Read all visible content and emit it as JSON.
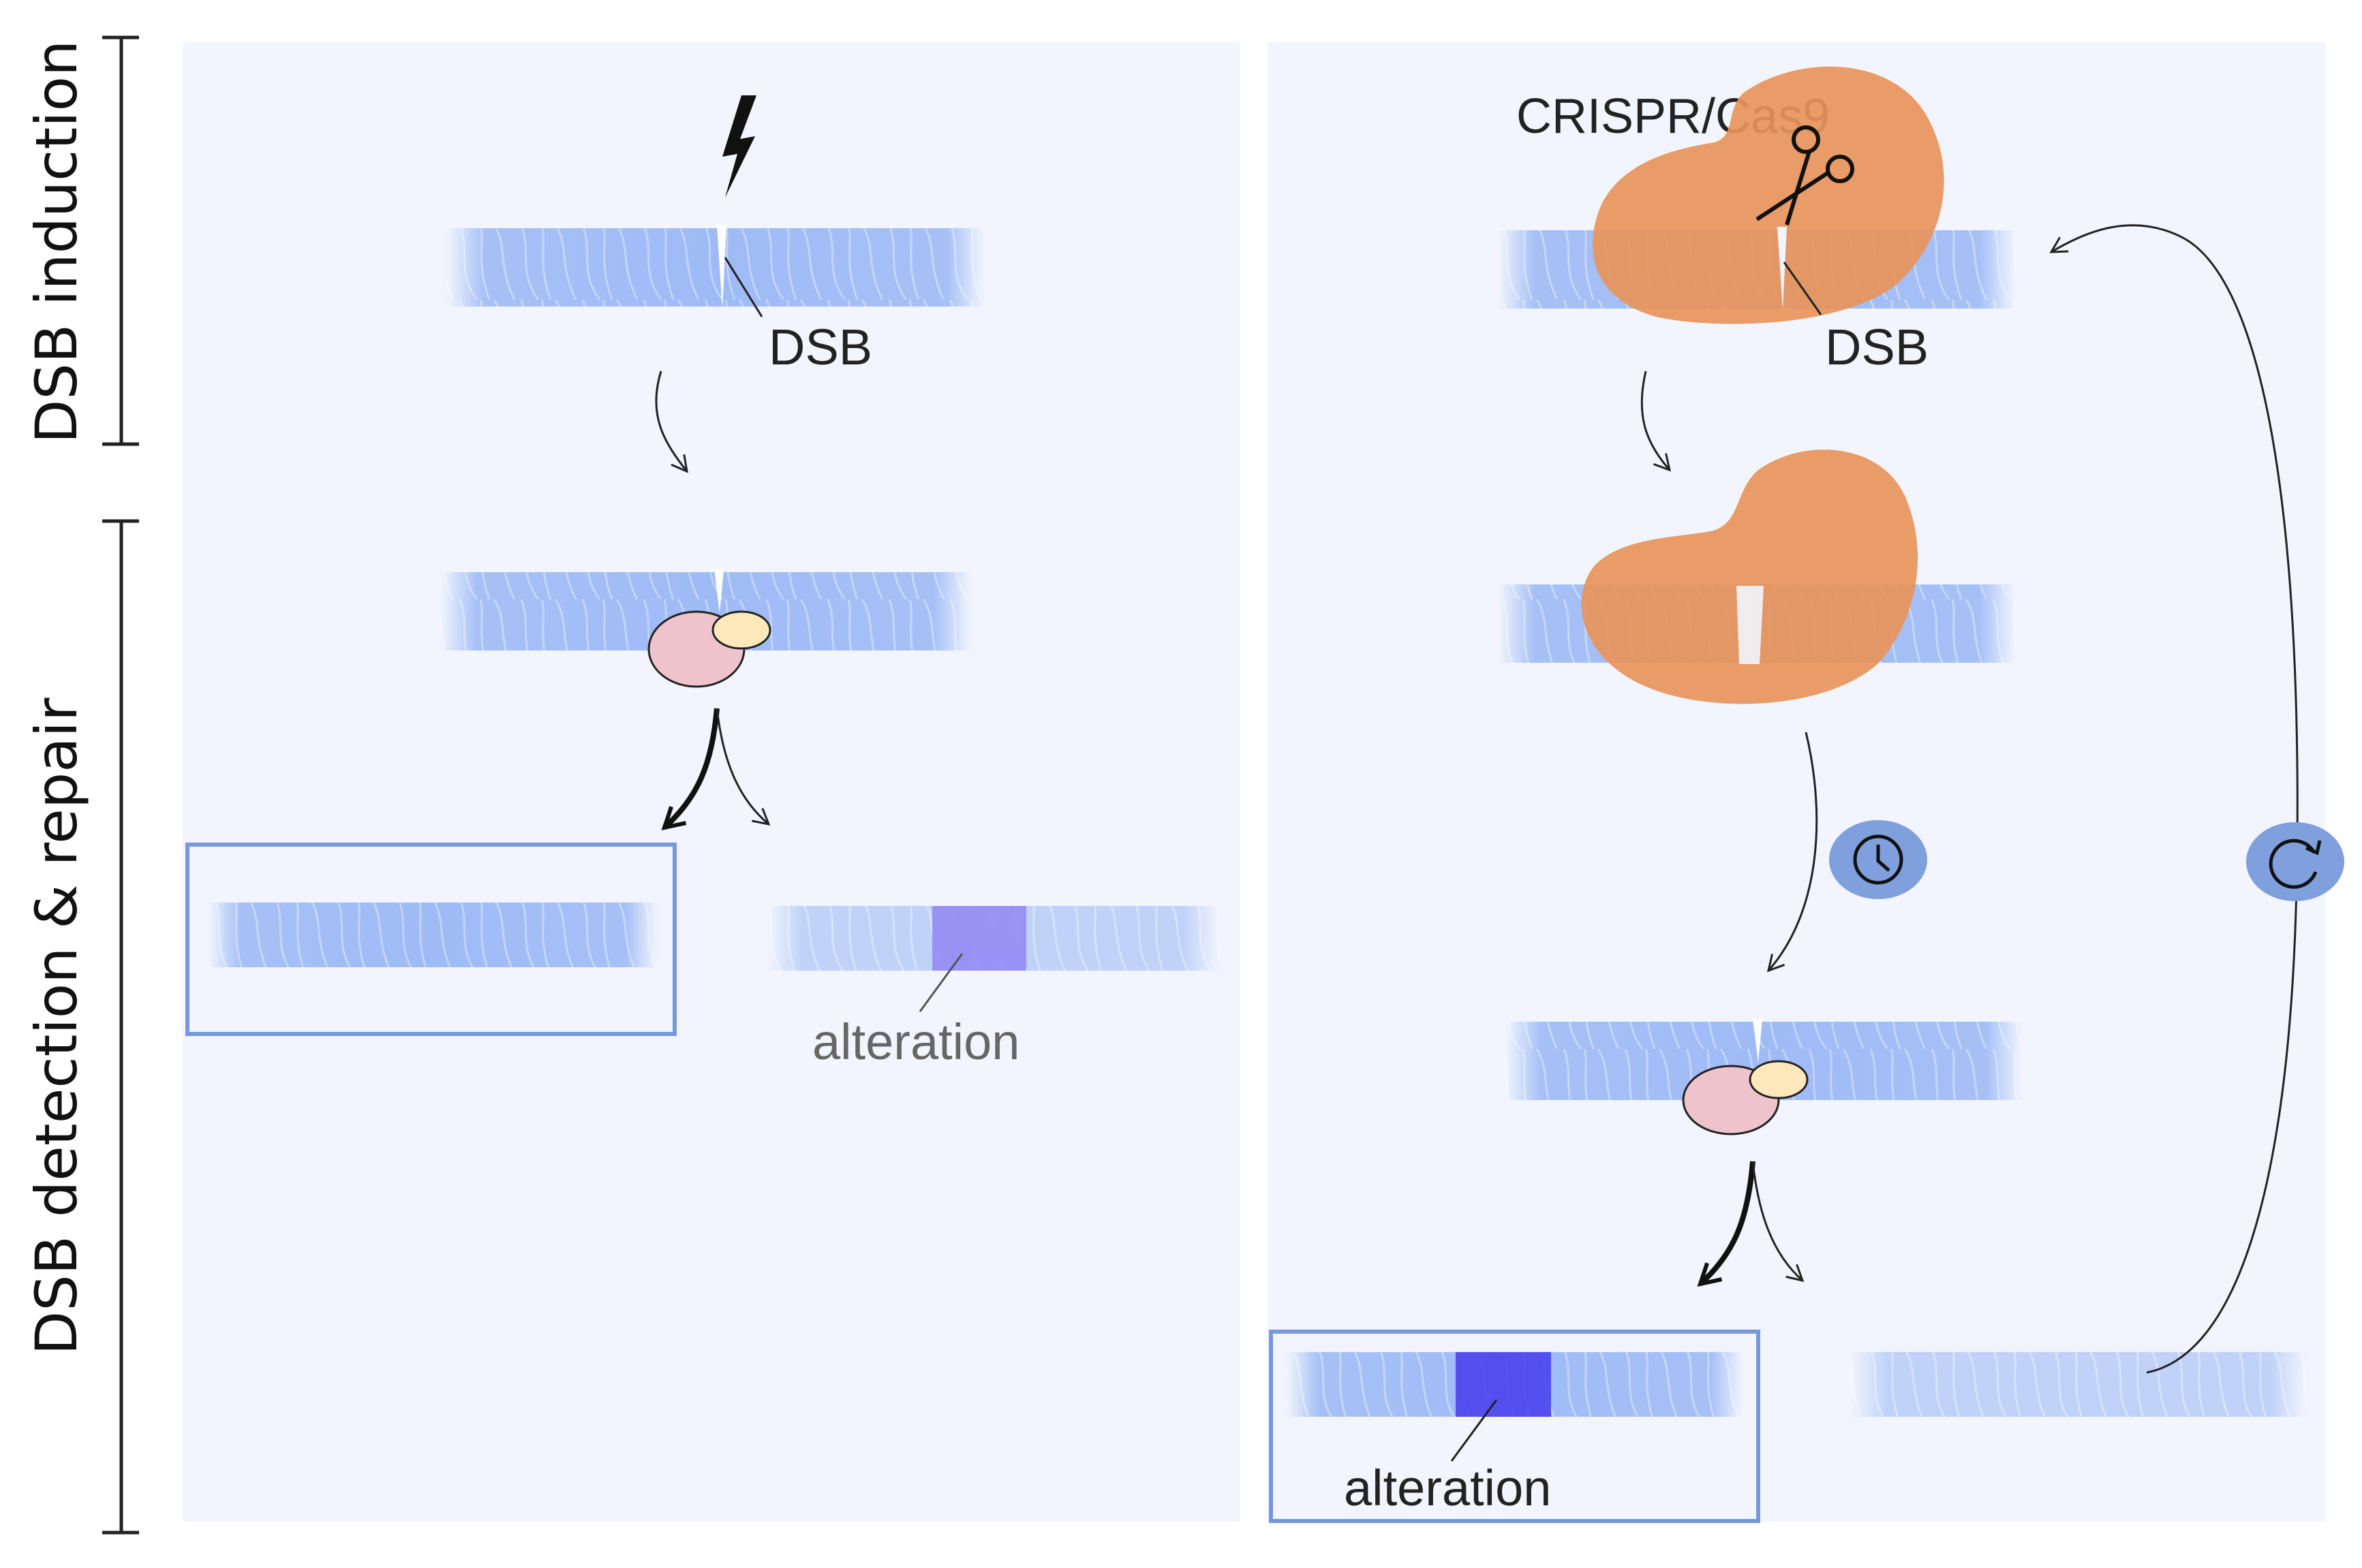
{
  "side_labels": {
    "induction": "DSB induction",
    "repair": "DSB detection & repair"
  },
  "left_panel": {
    "dsb_label": "DSB",
    "alteration_label": "alteration"
  },
  "right_panel": {
    "crispr_label": "CRISPR/Cas9",
    "dsb_label": "DSB",
    "alteration_label": "alteration"
  },
  "icons": [
    "lightning-icon",
    "scissors-icon",
    "clock-icon",
    "cycle-icon"
  ],
  "colors": {
    "panel_bg": "#f2f5fd",
    "dna": "#7ea4f3",
    "cas9": "#e8945a",
    "protein_large": "#efc3cc",
    "protein_small": "#fde8bc",
    "alteration_light": "#8f86f3",
    "alteration_dark": "#4a44ee",
    "badge": "#7f9fdd",
    "highlight_box": "#7898dd"
  }
}
